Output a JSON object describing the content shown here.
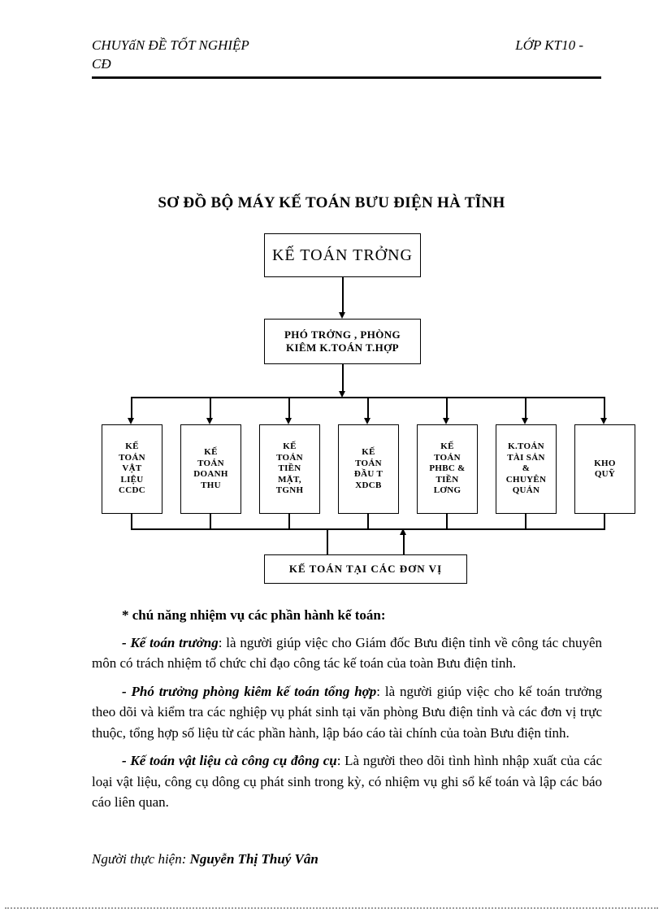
{
  "header": {
    "left_line1": "CHUYấN ĐỀ TỐT NGHIỆP",
    "left_line2": "CĐ",
    "right": "LỚP KT10 -"
  },
  "title": "SƠ ĐỒ BỘ MÁY KẾ TOÁN BƯU ĐIỆN HÀ TĨNH",
  "diagram": {
    "root": "KẾ TOÁN TRỞNG",
    "deputy": "PHÓ TRỞNG , PHÒNG\nKIÊM K.TOÁN T.HỢP",
    "departments": [
      "KẾ\nTOÁN\nVẬT\nLIỆU\nCCDC",
      "KẾ\nTOÁN\nDOANH\nTHU",
      "KẾ\nTOÁN\nTIỀN\nMẶT,\nTGNH",
      "KẾ\nTOÁN\nĐẦU T\nXDCB",
      "KẾ\nTOÁN\nPHBC &\nTIỀN\nLƠNG",
      "K.TOÁN\nTÀI SẢN\n&\nCHUYÊN\nQUẢN",
      "KHO\nQUỸ"
    ],
    "units": "KẾ TOÁN TẠI CÁC ĐƠN VỊ"
  },
  "body": {
    "heading": "* chú năng nhiệm vụ các phần hành kế toán:",
    "paragraphs": [
      {
        "lead": "- Kế toán trưởng",
        "text": ": là người giúp việc cho Giám đốc Bưu điện tỉnh về công tác chuyên môn có trách nhiệm tổ chức chỉ đạo công tác kế toán của toàn Bưu điện tỉnh."
      },
      {
        "lead": "- Phó trưởng phòng kiêm kế toán tổng hợp",
        "text": ": là người giúp việc cho kế toán trưởng theo dõi và kiểm tra các nghiệp vụ phát sinh tại văn phòng Bưu điện tỉnh và các đơn vị trực thuộc, tổng hợp số liệu từ các phần hành, lập báo cáo tài chính của toàn Bưu điện tỉnh."
      },
      {
        "lead": "- Kế toán vật liệu cà công cụ đông cụ",
        "text": ": Là người theo dõi tình hình nhập xuất của các loại vật liệu, công cụ dông cụ phát sinh trong kỳ, có nhiệm vụ ghi sổ kế toán và lập các báo cáo liên quan."
      }
    ]
  },
  "footer": {
    "label": "Người thực hiện: ",
    "name": "Nguyễn Thị Thuý Vân"
  }
}
